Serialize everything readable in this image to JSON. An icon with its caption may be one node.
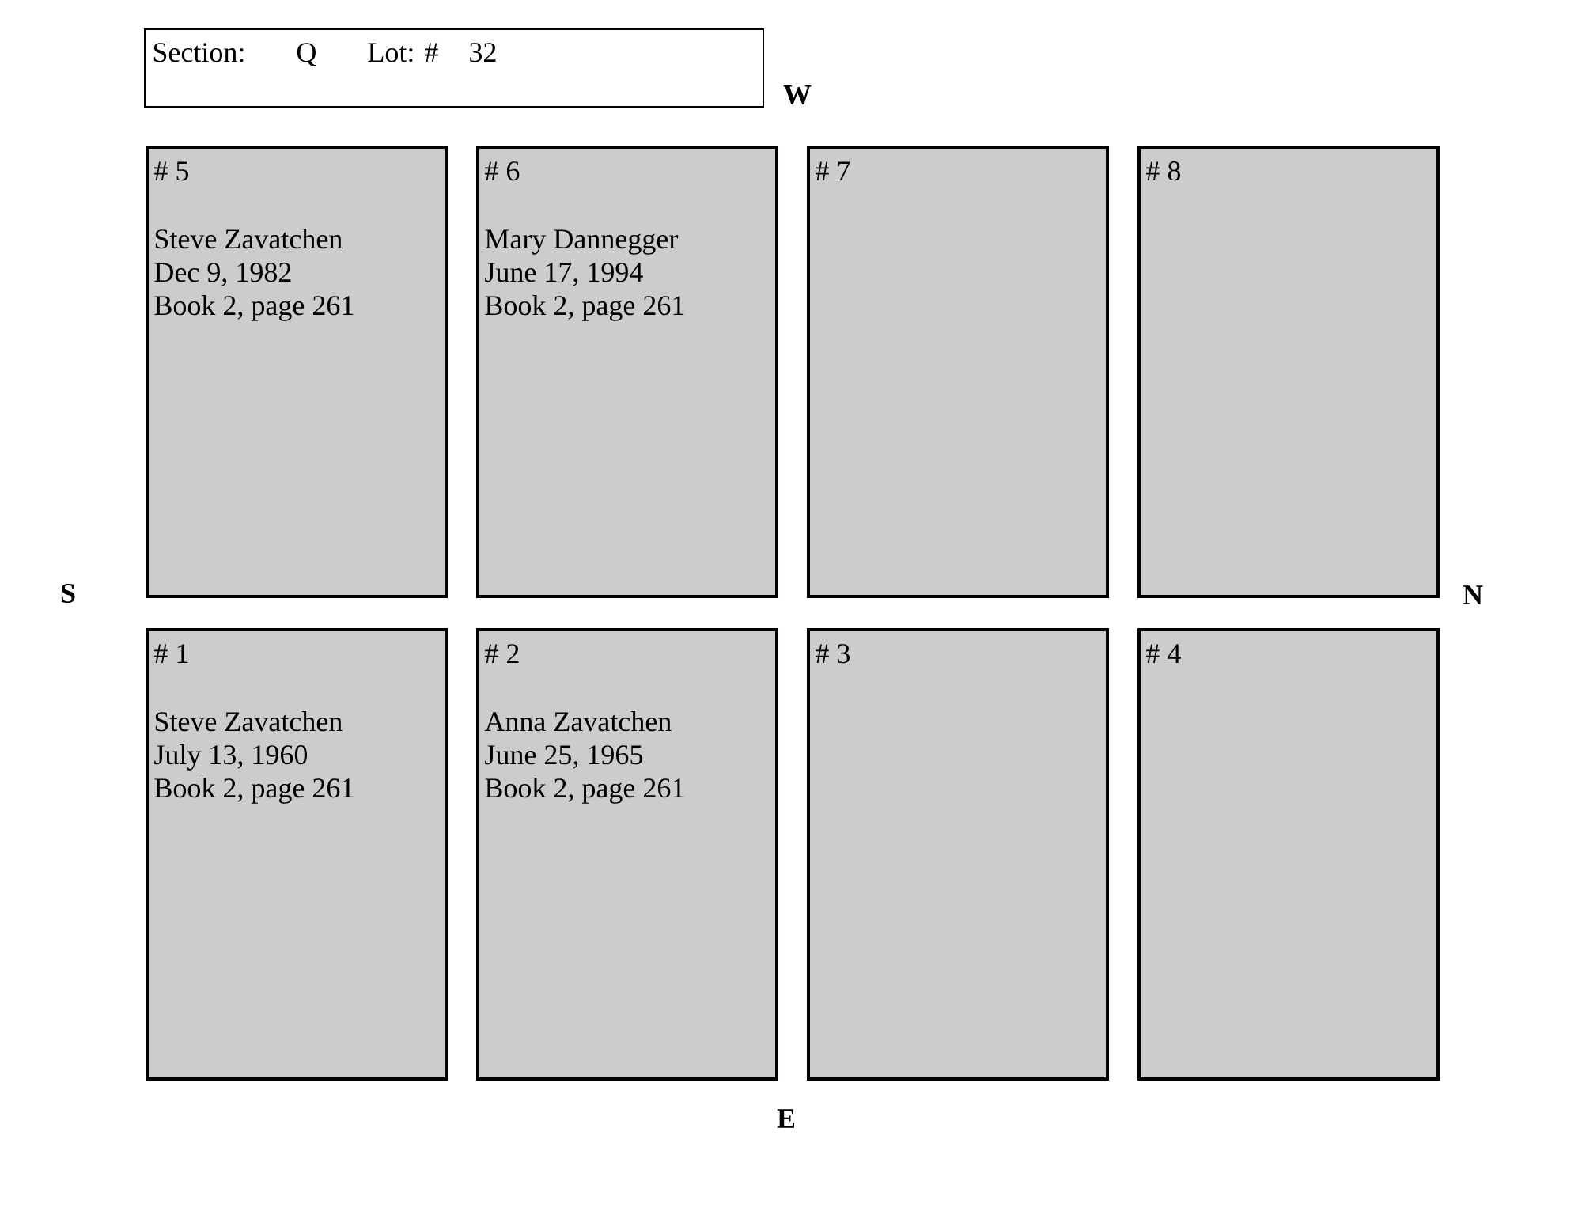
{
  "diagram": {
    "nodes": [
      {
        "text": [
          "Section:",
          "Q",
          "Lot: #",
          "32"
        ]
      },
      {
        "text": [
          "# 5",
          "Steve Zavatchen",
          "Dec 9, 1982",
          "Book 2, page 261"
        ]
      },
      {
        "text": [
          "# 6",
          "Mary Dannegger",
          "June 17, 1994",
          "Book 2, page 261"
        ]
      },
      {
        "text": [
          "# 7"
        ]
      },
      {
        "text": [
          "# 8"
        ]
      },
      {
        "text": [
          "# 1",
          "Steve Zavatchen",
          "July 13, 1960",
          "Book 2, page 261"
        ]
      },
      {
        "text": [
          "# 2",
          "Anna Zavatchen",
          "June 25, 1965",
          "Book 2, page 261"
        ]
      },
      {
        "text": [
          "# 3"
        ]
      },
      {
        "text": [
          "# 4"
        ]
      }
    ],
    "labels": [
      "W",
      "S",
      "N",
      "E"
    ]
  }
}
